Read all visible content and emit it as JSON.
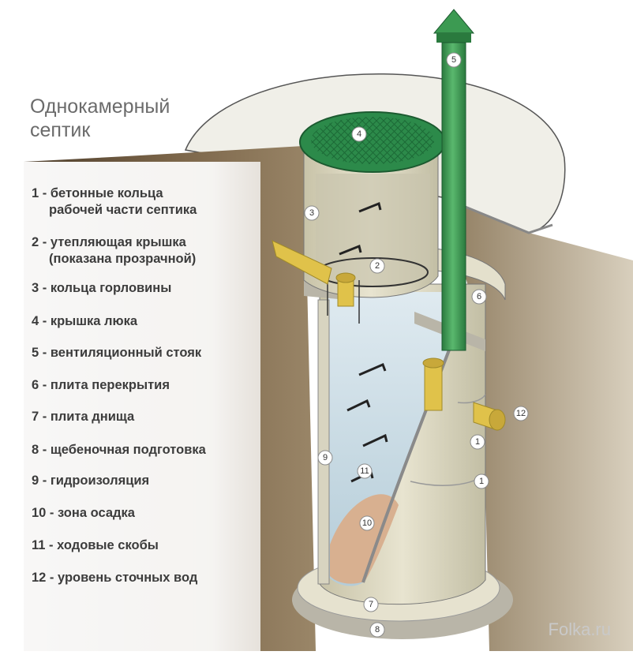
{
  "title": {
    "line1": "Однокамерный",
    "line2": "септик"
  },
  "legend": [
    {
      "num": "1",
      "label": "бетонные кольца",
      "label2": "рабочей части септика"
    },
    {
      "num": "2",
      "label": "утепляющая крышка",
      "label2": "(показана прозрачной)"
    },
    {
      "num": "3",
      "label": "кольца горловины",
      "label2": ""
    },
    {
      "num": "4",
      "label": "крышка люка",
      "label2": ""
    },
    {
      "num": "5",
      "label": "вентиляционный стояк",
      "label2": ""
    },
    {
      "num": "6",
      "label": "плита перекрытия",
      "label2": ""
    },
    {
      "num": "7",
      "label": "плита днища",
      "label2": ""
    },
    {
      "num": "8",
      "label": "щебеночная подготовка",
      "label2": ""
    },
    {
      "num": "9",
      "label": "гидроизоляция",
      "label2": ""
    },
    {
      "num": "10",
      "label": "зона осадка",
      "label2": ""
    },
    {
      "num": "11",
      "label": "ходовые скобы",
      "label2": ""
    },
    {
      "num": "12",
      "label": "уровень сточных вод",
      "label2": ""
    }
  ],
  "callouts": [
    "5",
    "4",
    "3",
    "2",
    "6",
    "12",
    "1",
    "1",
    "9",
    "11",
    "10",
    "7",
    "8"
  ],
  "watermark": "Folka.ru",
  "colors": {
    "soil": "#6e5a42",
    "concrete": "#dcd8c2",
    "pipe_green": "#3c9a52",
    "lid_green": "#2c8a4a",
    "water": "#c9dbe6",
    "sludge": "#d8b090",
    "yellow_pipe": "#e0c24a"
  }
}
